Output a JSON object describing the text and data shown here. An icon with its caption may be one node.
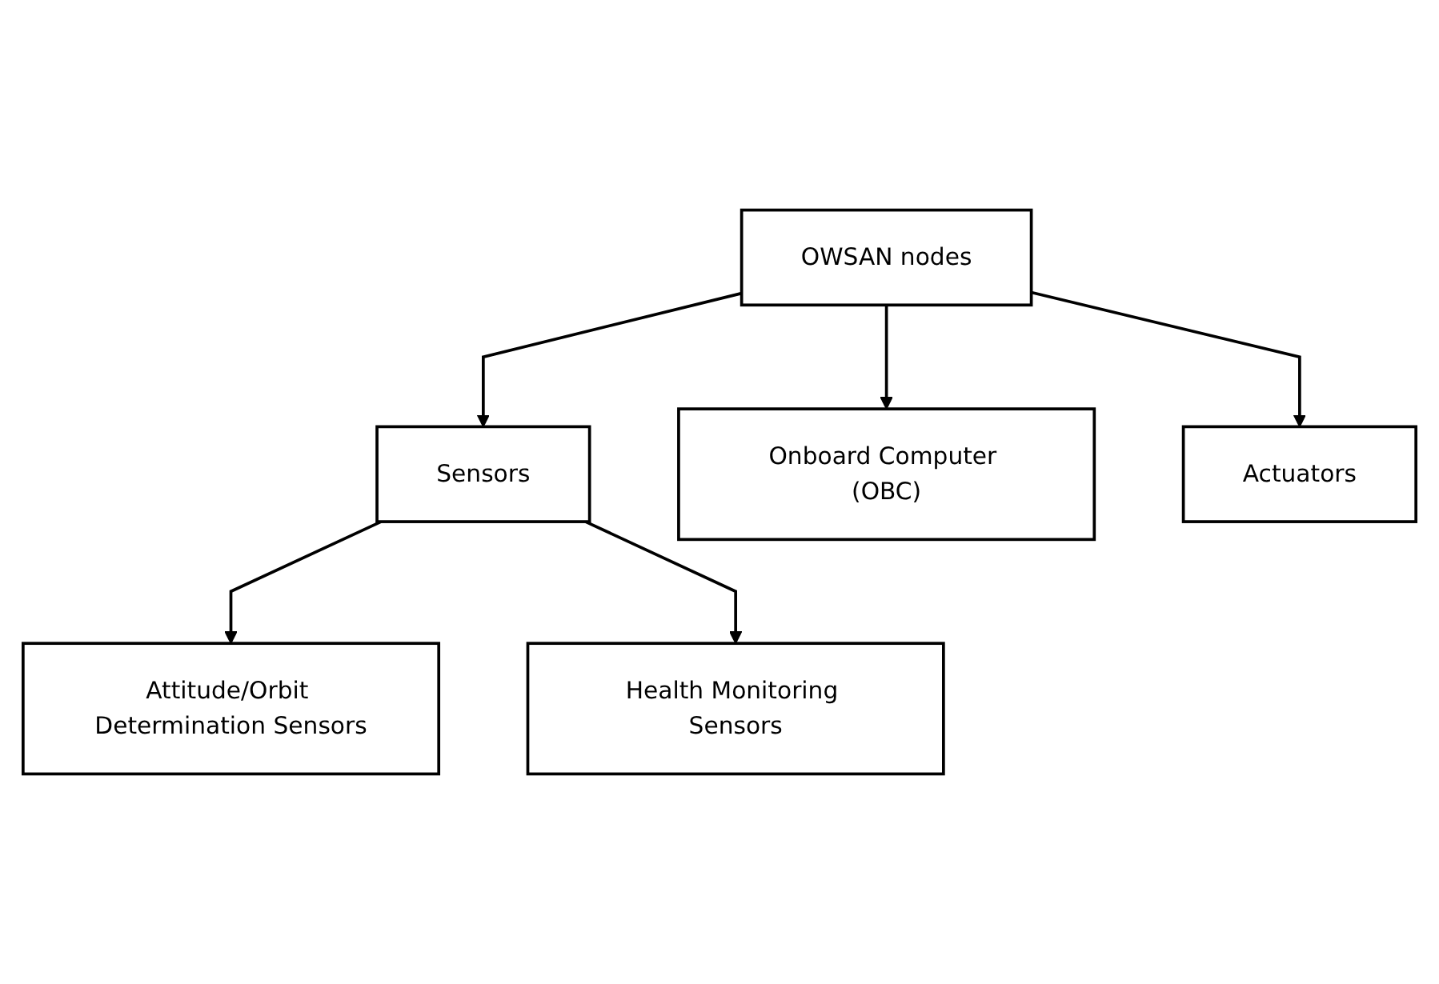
{
  "diagram": {
    "nodes": [
      {
        "text": [
          "OWSAN nodes"
        ]
      },
      {
        "text": [
          "Sensors"
        ]
      },
      {
        "text": [
          "Onboard Computer (OBC)"
        ]
      },
      {
        "text": [
          "Actuators"
        ]
      },
      {
        "text": [
          "Attitude/Orbit Determination Sensors"
        ]
      },
      {
        "text": [
          "Health Monitoring Sensors"
        ]
      }
    ],
    "edges": [
      {
        "from": 0,
        "to": 1,
        "arrow": "to"
      },
      {
        "from": 0,
        "to": 2,
        "arrow": "to"
      },
      {
        "from": 0,
        "to": 3,
        "arrow": "to"
      },
      {
        "from": 1,
        "to": 4,
        "arrow": "to"
      },
      {
        "from": 1,
        "to": 5,
        "arrow": "to"
      }
    ]
  }
}
